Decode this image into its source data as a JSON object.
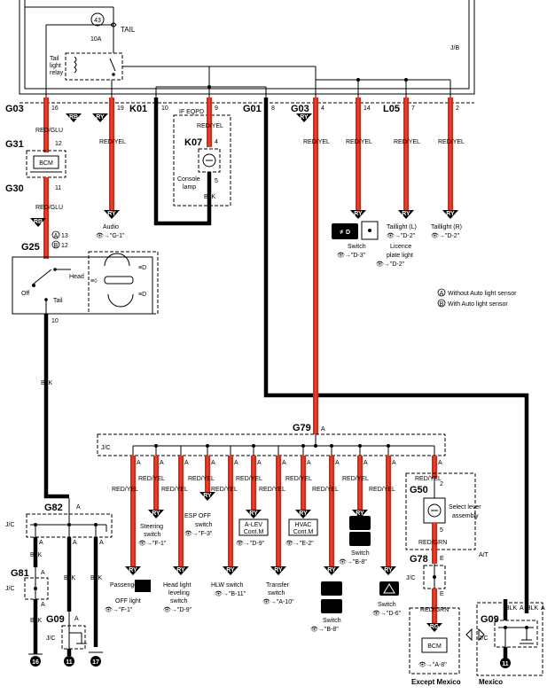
{
  "top": {
    "fuse_number": "43",
    "fuse_rating": "10A",
    "fuse_name": "TAIL",
    "jb": "J/B",
    "relay_line1": "Tail",
    "relay_line2": "light",
    "relay_line3": "relay"
  },
  "connectors": {
    "g03_left": "G03",
    "k01": "K01",
    "g01": "G01",
    "g03_right": "G03",
    "l05": "L05",
    "g31": "G31",
    "g30": "G30",
    "g25": "G25",
    "k07": "K07",
    "g79": "G79",
    "g82": "G82",
    "g81": "G81",
    "g09_left": "G09",
    "g50": "G50",
    "g78": "G78",
    "g09_right": "G09"
  },
  "pins": {
    "p16": "16",
    "p19": "19",
    "p10": "10",
    "p9": "9",
    "p8": "8",
    "p4": "4",
    "p14": "14",
    "p7": "7",
    "p2": "2",
    "bcm_in": "12",
    "bcm_out": "11",
    "k07_in": "4",
    "k07_out": "5",
    "head_out": "10",
    "g79_a": "A",
    "g50_in": "2",
    "g50_out": "5",
    "g78_in": "E",
    "g78_out": "E",
    "a": "A"
  },
  "wires": {
    "red_glu": "RED/GLU",
    "red_yel": "RED/YEL",
    "blk": "BLK",
    "red_grn": "RED/GRN"
  },
  "badges": {
    "rb": "RB",
    "ry": "RY",
    "rg": "RG"
  },
  "labels": {
    "if_eqpd": "IF EQPD",
    "bcm": "BCM",
    "console_lamp_1": "Console",
    "console_lamp_2": "lamp",
    "audio": "Audio",
    "audio_ref": "\"G-1\"",
    "switch_d3": "Switch",
    "switch_d3_ref": "\"D-3\"",
    "taillight_l": "Taillight (L)",
    "taillight_l_ref": "\"D-2\"",
    "taillight_r": "Taillight (R)",
    "taillight_r_ref": "\"D-2\"",
    "licence_1": "Licence",
    "licence_2": "plate light",
    "licence_ref": "\"D-2\"",
    "g25_a": "13",
    "g25_b": "12",
    "legend_a": "Without Auto light sensor",
    "legend_b": "With Auto light sensor",
    "legend_a_sym": "A",
    "legend_b_sym": "B",
    "off": "Off",
    "head": "Head",
    "tail": "Tail",
    "jc": "J/C",
    "steering_1": "Steering",
    "steering_2": "switch",
    "steering_ref": "\"F-1\"",
    "esp_1": "ESP",
    "esp_2": "OFF",
    "esp_3": "switch",
    "esp_ref": "\"F-3\"",
    "alev_1": "A-LEV",
    "alev_2": "Cont.M",
    "alev_ref": "\"D-9\"",
    "hvac_1": "HVAC",
    "hvac_2": "Cont.M",
    "hvac_ref": "\"E-2\"",
    "switch_b8_top": "Switch",
    "switch_b8_top_ref": "\"B-8\"",
    "select_lever_1": "Select lever",
    "select_lever_2": "assembly",
    "at": "A/T",
    "passenger_1": "Passenger",
    "passenger_2": "OFF light",
    "passenger_ref": "\"F-1\"",
    "headlight_1": "Head light",
    "headlight_2": "leveling",
    "headlight_3": "switch",
    "headlight_ref": "\"D-9\"",
    "hlw": "HLW switch",
    "hlw_ref": "\"B-11\"",
    "transfer_1": "Transfer",
    "transfer_2": "switch",
    "transfer_ref": "\"A-10\"",
    "switch_b8_bot": "Switch",
    "switch_b8_bot_ref": "\"B-8\"",
    "switch_d6": "Switch",
    "switch_d6_ref": "\"D-6\"",
    "bcm_ref": "\"A-8\"",
    "except_mexico": "Except Mexico",
    "mexico": "Mexico",
    "ground_16": "16",
    "ground_11a": "11",
    "ground_17": "17",
    "ground_11b": "11"
  }
}
